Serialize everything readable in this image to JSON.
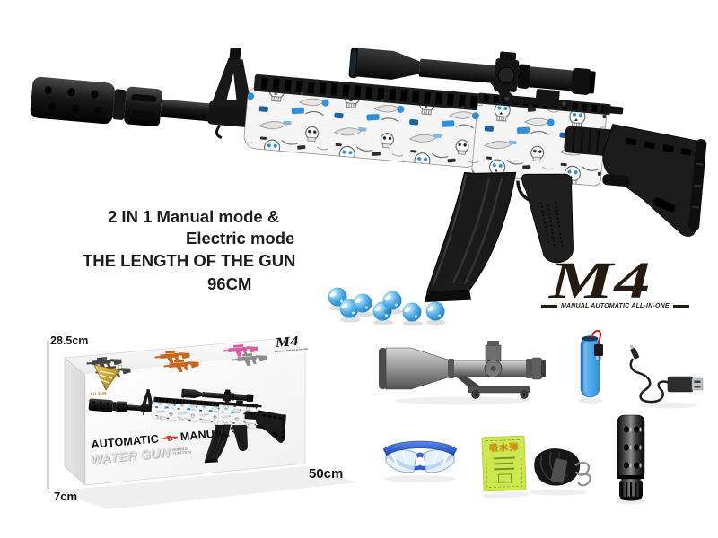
{
  "features": {
    "line1": "2 IN 1 Manual mode &",
    "line2": "Electric mode",
    "line3": "THE LENGTH OF THE GUN",
    "line4": "96CM"
  },
  "brand_logo": {
    "title": "M4",
    "tagline": "MANUAL AUTOMATIC ALL-IN-ONE"
  },
  "box": {
    "model": "M4",
    "model_tagline": "MANUAL AUTOMATIC ALL-IN-ONE",
    "brand": "LU JUN",
    "height_label": "28.5cm",
    "length_label": "50cm",
    "depth_label": "7cm",
    "mode_left": "AUTOMATIC",
    "mode_right": "MANUAL",
    "product_name": "WATER GUN",
    "subtitle_top": "DOUBLE",
    "subtitle_bottom": "FUNCTION"
  },
  "accessories": {
    "gel_packet_label": "吸水弹",
    "gel_ball_count": 7
  },
  "colors": {
    "gel_ball_blue": "#3fa0e0",
    "camo_blue": "#2f8fd8",
    "packet_green": "#cde84f",
    "battery_blue": "#2e8fd8",
    "logo_ink": "#241a12",
    "brand_gold": "#c9a227"
  }
}
